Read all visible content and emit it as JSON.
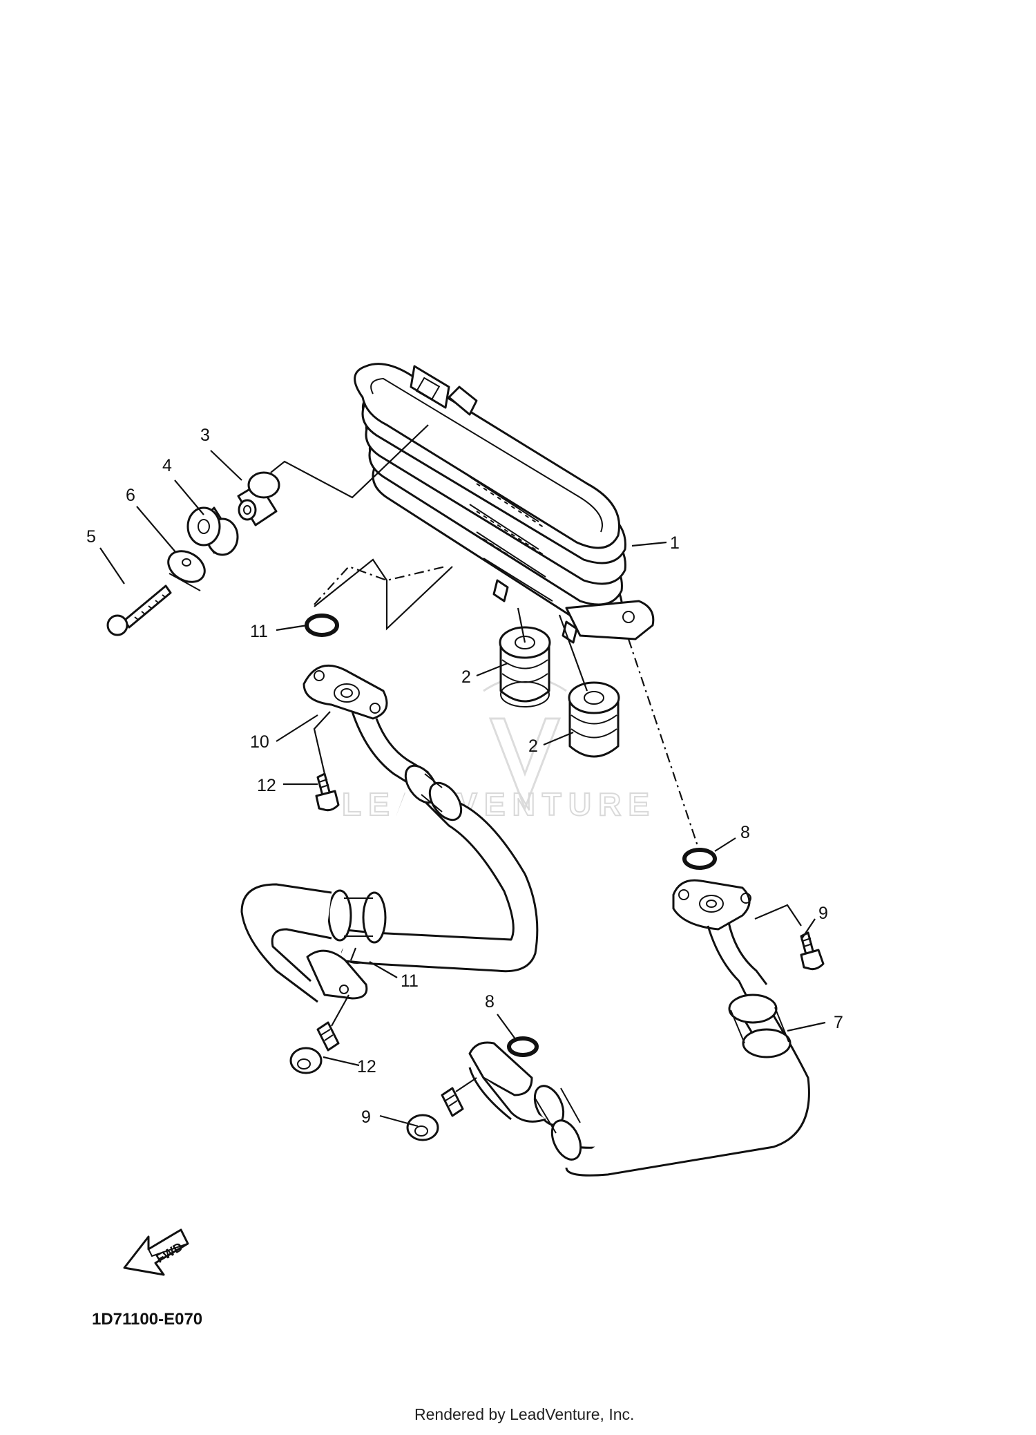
{
  "diagram": {
    "code": "1D71100-E070",
    "rendered_by": "Rendered by LeadVenture, Inc.",
    "watermark": "LEADVENTURE",
    "fwd_label": "FWD",
    "callouts": [
      {
        "id": "c1",
        "label": "1"
      },
      {
        "id": "c2a",
        "label": "2"
      },
      {
        "id": "c2b",
        "label": "2"
      },
      {
        "id": "c3",
        "label": "3"
      },
      {
        "id": "c4",
        "label": "4"
      },
      {
        "id": "c5",
        "label": "5"
      },
      {
        "id": "c6",
        "label": "6"
      },
      {
        "id": "c7",
        "label": "7"
      },
      {
        "id": "c8a",
        "label": "8"
      },
      {
        "id": "c8b",
        "label": "8"
      },
      {
        "id": "c9a",
        "label": "9"
      },
      {
        "id": "c9b",
        "label": "9"
      },
      {
        "id": "c10",
        "label": "10"
      },
      {
        "id": "c11a",
        "label": "11"
      },
      {
        "id": "c11b",
        "label": "11"
      },
      {
        "id": "c12a",
        "label": "12"
      },
      {
        "id": "c12b",
        "label": "12"
      }
    ]
  }
}
